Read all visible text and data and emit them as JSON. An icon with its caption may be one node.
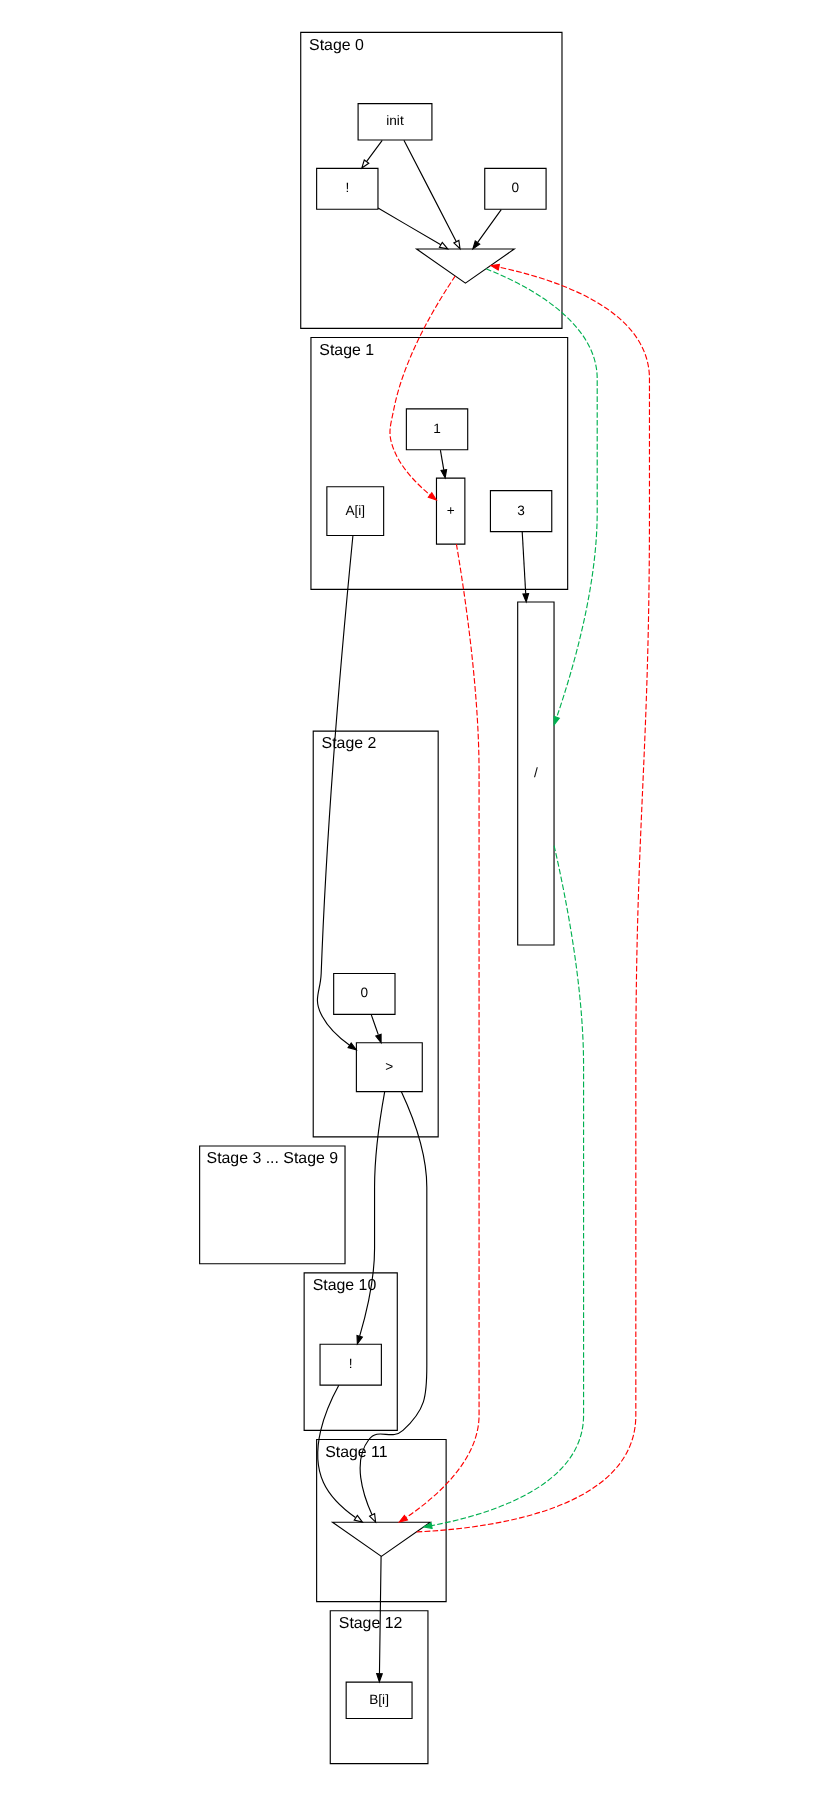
{
  "diagram": {
    "nodes": [
      {
        "text": [
          "Stage 0"
        ]
      },
      {
        "text": [
          "init"
        ],
        "in": 0
      },
      {
        "text": [
          "!"
        ],
        "in": 0
      },
      {
        "text": [
          "0"
        ],
        "in": 0
      },
      {
        "text": [],
        "shape": "triangle",
        "in": 0
      },
      {
        "text": [
          "Stage 1"
        ]
      },
      {
        "text": [
          "1"
        ],
        "in": 5
      },
      {
        "text": [
          "3"
        ],
        "in": 5
      },
      {
        "text": [
          "+"
        ],
        "in": 5
      },
      {
        "text": [
          "A[i]"
        ],
        "in": 5
      },
      {
        "text": [
          "/"
        ]
      },
      {
        "text": [
          "Stage 2"
        ]
      },
      {
        "text": [
          "0"
        ],
        "in": 11
      },
      {
        "text": [
          ">"
        ],
        "in": 11
      },
      {
        "text": [
          "Stage 3 ... Stage 9"
        ]
      },
      {
        "text": [
          "Stage 10"
        ]
      },
      {
        "text": [
          "!"
        ],
        "in": 15
      },
      {
        "text": [
          "Stage 11"
        ]
      },
      {
        "text": [],
        "shape": "triangle",
        "in": 17
      },
      {
        "text": [
          "Stage 12"
        ]
      },
      {
        "text": [
          "B[i]"
        ],
        "in": 19
      }
    ],
    "edges": [
      {
        "from": 1,
        "to": 2,
        "arrow": "to"
      },
      {
        "from": 1,
        "to": 4,
        "arrow": "to"
      },
      {
        "from": 2,
        "to": 4,
        "arrow": "to"
      },
      {
        "from": 3,
        "to": 4,
        "arrow": "to"
      },
      {
        "from": 18,
        "to": 4,
        "arrow": "to",
        "style": "dashed",
        "color": "#ff0000"
      },
      {
        "from": 4,
        "to": 8,
        "arrow": "to",
        "style": "dashed",
        "color": "#ff0000"
      },
      {
        "from": 4,
        "to": 10,
        "arrow": "to",
        "style": "dashed",
        "color": "#00b050"
      },
      {
        "from": 6,
        "to": 8,
        "arrow": "to"
      },
      {
        "from": 7,
        "to": 10,
        "arrow": "to"
      },
      {
        "from": 9,
        "to": 13,
        "arrow": "to"
      },
      {
        "from": 12,
        "to": 13,
        "arrow": "to"
      },
      {
        "from": 8,
        "to": 18,
        "arrow": "to",
        "style": "dashed",
        "color": "#ff0000"
      },
      {
        "from": 13,
        "to": 18,
        "arrow": "to"
      },
      {
        "from": 13,
        "to": 16,
        "arrow": "to"
      },
      {
        "from": 16,
        "to": 18,
        "arrow": "to"
      },
      {
        "from": 10,
        "to": 18,
        "arrow": "to",
        "style": "dashed",
        "color": "#00b050"
      },
      {
        "from": 18,
        "to": 20,
        "arrow": "to"
      }
    ]
  }
}
